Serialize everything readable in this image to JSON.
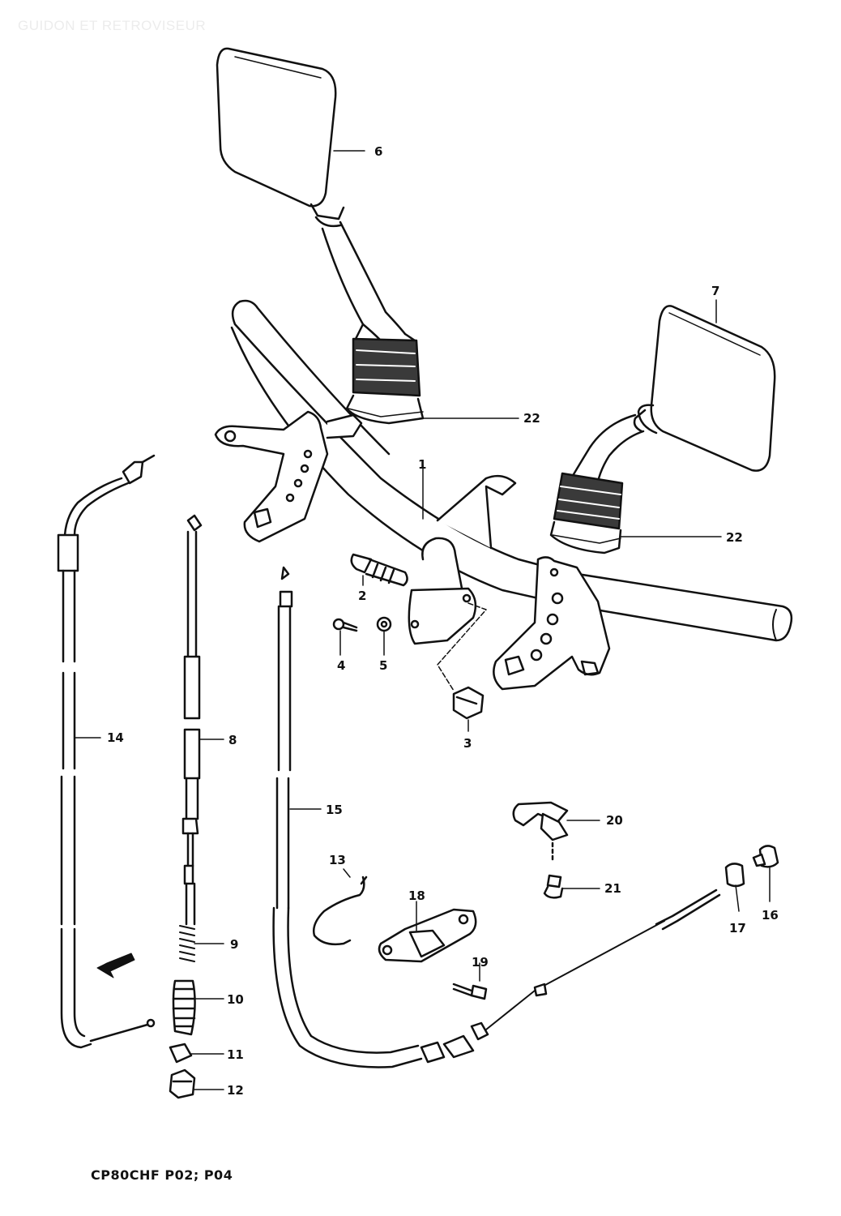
{
  "watermark": "GUIDON ET RETROVISEUR",
  "footer_code": "CP80CHF P02; P04",
  "fwd_label": "FWD",
  "callouts": [
    "6",
    "7",
    "22",
    "22",
    "1",
    "2",
    "4",
    "5",
    "3",
    "14",
    "8",
    "15",
    "20",
    "21",
    "13",
    "18",
    "9",
    "19",
    "17",
    "16",
    "10",
    "11",
    "12"
  ],
  "colors": {
    "ink": "#111111",
    "paper": "#ffffff",
    "band": "#3a3a3a"
  }
}
